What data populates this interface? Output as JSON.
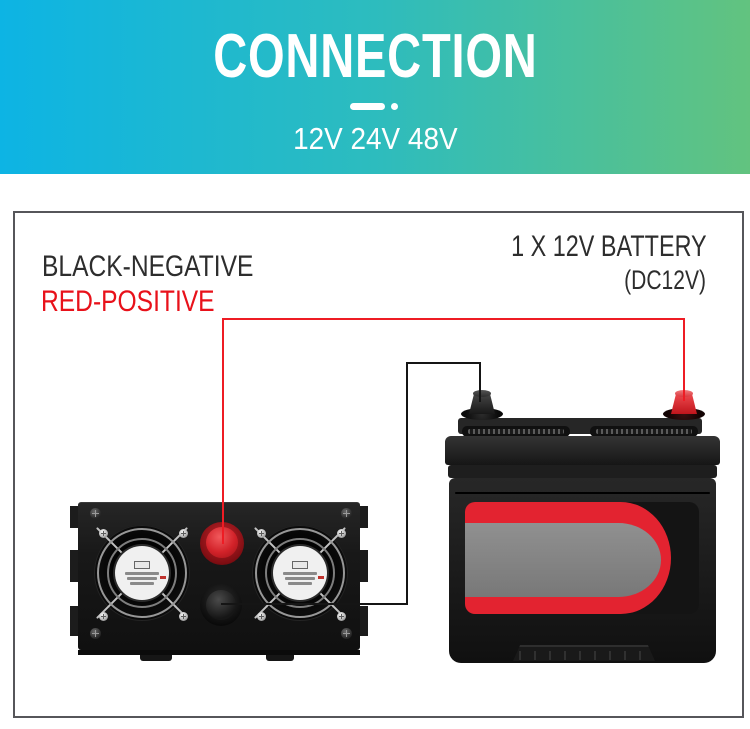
{
  "header": {
    "title": "CONNECTION",
    "subtitle": "12V 24V 48V",
    "gradient_start": "#0db4e4",
    "gradient_end": "#62c37f",
    "text_color": "#ffffff"
  },
  "diagram": {
    "frame_border_color": "#56565a",
    "black_negative_label": "BLACK-NEGATIVE",
    "red_positive_label": "RED-POSITIVE",
    "battery_caption_line1": "1 X 12V BATTERY",
    "battery_caption_line2": "(DC12V)",
    "negative_label_color": "#2d2d2d",
    "positive_label_color": "#e8111a",
    "wire_positive_color": "#ee1c24",
    "wire_negative_color": "#151515"
  },
  "components": {
    "inverter": {
      "name": "power-inverter-front-panel",
      "fan_count": 2,
      "terminals": [
        "red-positive-terminal",
        "black-negative-terminal"
      ]
    },
    "battery": {
      "name": "12v-car-battery",
      "terminals": [
        "black-negative-post",
        "red-positive-post"
      ],
      "label_band_color": "#e32330",
      "label_center_color": "#8a8a8a"
    }
  }
}
